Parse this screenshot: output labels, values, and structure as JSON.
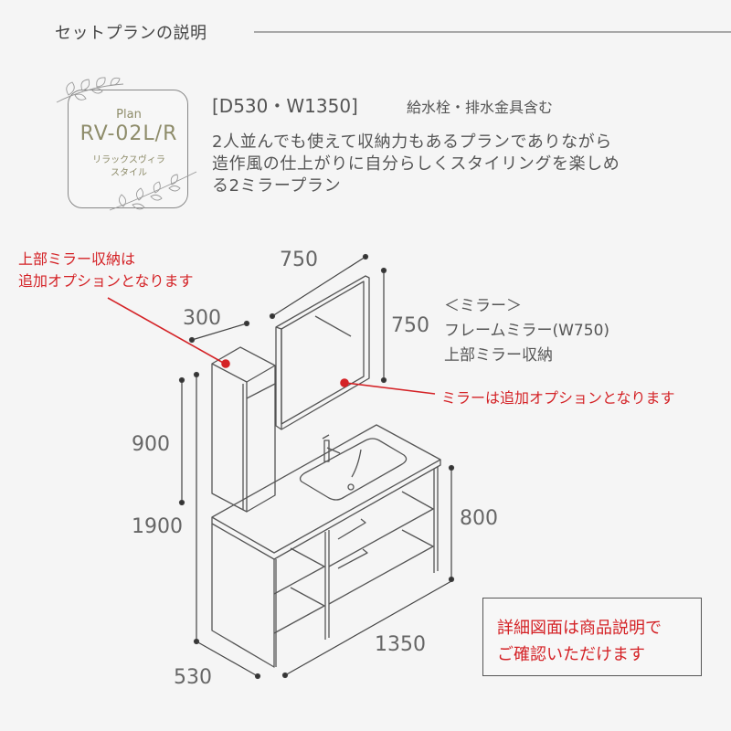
{
  "header": {
    "title": "セットプランの説明"
  },
  "plan_card": {
    "label": "Plan",
    "code": "RV-02L/R",
    "style_line1": "リラックスヴィラ",
    "style_line2": "スタイル"
  },
  "spec": {
    "dimensions": "[D530・W1350]",
    "includes": "給水栓・排水金具含む",
    "description": [
      "2人並んでも使えて収納力もあるプランでありながら",
      "造作風の仕上がりに自分らしくスタイリングを楽しめ",
      "る2ミラープラン"
    ]
  },
  "diagram": {
    "dimensions": {
      "mirror_width": "750",
      "mirror_height": "750",
      "cabinet_width": "300",
      "cabinet_height": "900",
      "total_height": "1900",
      "vanity_height": "800",
      "vanity_width": "1350",
      "depth": "530"
    },
    "notes": {
      "upper_cabinet_option_line1": "上部ミラー収納は",
      "upper_cabinet_option_line2": "追加オプションとなります",
      "mirror_option": "ミラーは追加オプションとなります"
    },
    "mirror_spec": {
      "heading": "＜ミラー＞",
      "item1": "フレームミラー(W750)",
      "item2": "上部ミラー収納"
    }
  },
  "detail_notice": {
    "line1": "詳細図面は商品説明で",
    "line2": "ご確認いただけます"
  },
  "colors": {
    "background": "#f5f5f5",
    "text": "#555555",
    "accent_red": "#d42226",
    "plan_olive": "#8e8c6a",
    "line_gray": "#555555"
  }
}
